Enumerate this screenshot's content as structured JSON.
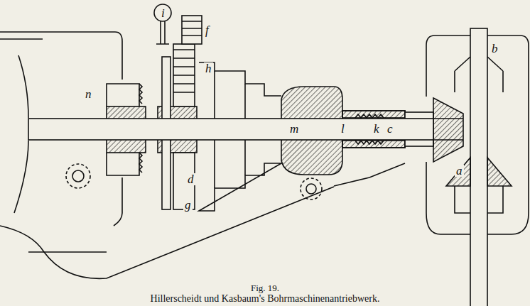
{
  "diagram": {
    "caption": "Hillerscheidt und Kasbaum's Bohrmaschinenantriebwerk.",
    "labels": [
      "i",
      "f",
      "h",
      "n",
      "g",
      "d",
      "m",
      "l",
      "k",
      "c",
      "b",
      "a",
      "Fig. 19."
    ]
  }
}
